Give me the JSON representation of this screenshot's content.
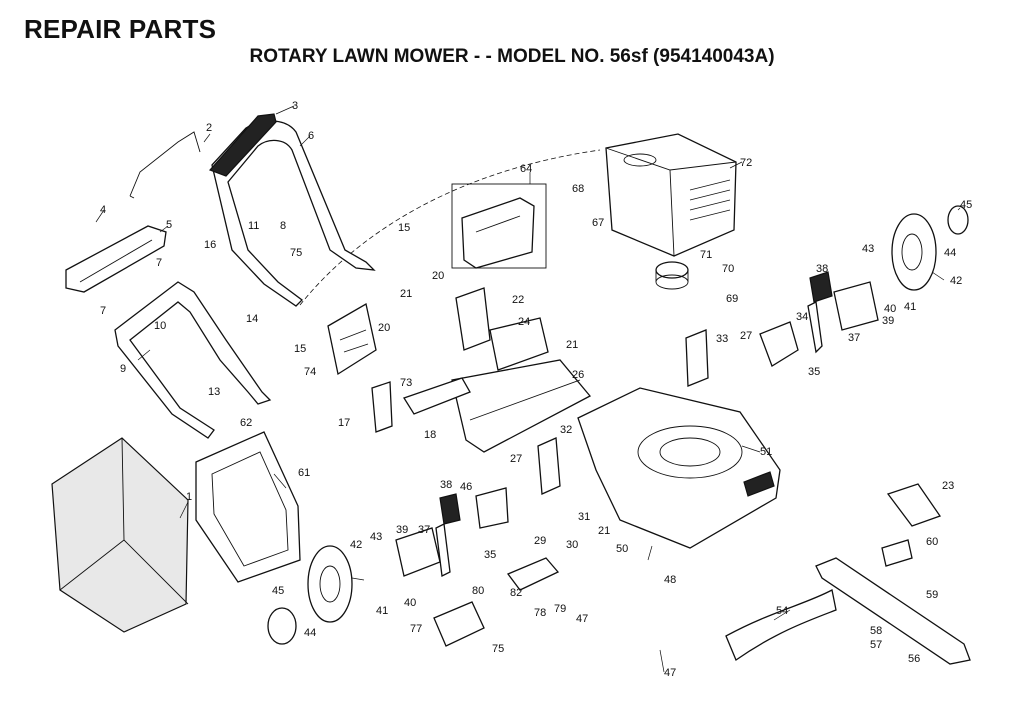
{
  "header": {
    "title": "REPAIR PARTS",
    "subtitle": "ROTARY LAWN MOWER - - MODEL NO. 56sf (954140043A)"
  },
  "callouts": [
    {
      "id": "1",
      "label": "1"
    },
    {
      "id": "2",
      "label": "2"
    },
    {
      "id": "3",
      "label": "3"
    },
    {
      "id": "4",
      "label": "4"
    },
    {
      "id": "5",
      "label": "5"
    },
    {
      "id": "6",
      "label": "6"
    },
    {
      "id": "7a",
      "label": "7"
    },
    {
      "id": "7b",
      "label": "7"
    },
    {
      "id": "8",
      "label": "8"
    },
    {
      "id": "9",
      "label": "9"
    },
    {
      "id": "10",
      "label": "10"
    },
    {
      "id": "11",
      "label": "11"
    },
    {
      "id": "13",
      "label": "13"
    },
    {
      "id": "14",
      "label": "14"
    },
    {
      "id": "15a",
      "label": "15"
    },
    {
      "id": "15b",
      "label": "15"
    },
    {
      "id": "16",
      "label": "16"
    },
    {
      "id": "17",
      "label": "17"
    },
    {
      "id": "18",
      "label": "18"
    },
    {
      "id": "20a",
      "label": "20"
    },
    {
      "id": "20b",
      "label": "20"
    },
    {
      "id": "21a",
      "label": "21"
    },
    {
      "id": "21b",
      "label": "21"
    },
    {
      "id": "21c",
      "label": "21"
    },
    {
      "id": "22",
      "label": "22"
    },
    {
      "id": "23",
      "label": "23"
    },
    {
      "id": "24",
      "label": "24"
    },
    {
      "id": "26",
      "label": "26"
    },
    {
      "id": "27a",
      "label": "27"
    },
    {
      "id": "27b",
      "label": "27"
    },
    {
      "id": "29",
      "label": "29"
    },
    {
      "id": "30",
      "label": "30"
    },
    {
      "id": "31",
      "label": "31"
    },
    {
      "id": "32",
      "label": "32"
    },
    {
      "id": "33",
      "label": "33"
    },
    {
      "id": "34",
      "label": "34"
    },
    {
      "id": "35a",
      "label": "35"
    },
    {
      "id": "35b",
      "label": "35"
    },
    {
      "id": "37a",
      "label": "37"
    },
    {
      "id": "37b",
      "label": "37"
    },
    {
      "id": "38a",
      "label": "38"
    },
    {
      "id": "38b",
      "label": "38"
    },
    {
      "id": "39a",
      "label": "39"
    },
    {
      "id": "39b",
      "label": "39"
    },
    {
      "id": "40a",
      "label": "40"
    },
    {
      "id": "40b",
      "label": "40"
    },
    {
      "id": "41a",
      "label": "41"
    },
    {
      "id": "41b",
      "label": "41"
    },
    {
      "id": "42a",
      "label": "42"
    },
    {
      "id": "42b",
      "label": "42"
    },
    {
      "id": "43a",
      "label": "43"
    },
    {
      "id": "43b",
      "label": "43"
    },
    {
      "id": "44a",
      "label": "44"
    },
    {
      "id": "44b",
      "label": "44"
    },
    {
      "id": "45a",
      "label": "45"
    },
    {
      "id": "45b",
      "label": "45"
    },
    {
      "id": "46",
      "label": "46"
    },
    {
      "id": "47a",
      "label": "47"
    },
    {
      "id": "47b",
      "label": "47"
    },
    {
      "id": "48",
      "label": "48"
    },
    {
      "id": "50",
      "label": "50"
    },
    {
      "id": "51",
      "label": "51"
    },
    {
      "id": "54",
      "label": "54"
    },
    {
      "id": "56",
      "label": "56"
    },
    {
      "id": "57",
      "label": "57"
    },
    {
      "id": "58",
      "label": "58"
    },
    {
      "id": "59",
      "label": "59"
    },
    {
      "id": "60",
      "label": "60"
    },
    {
      "id": "61",
      "label": "61"
    },
    {
      "id": "62",
      "label": "62"
    },
    {
      "id": "64",
      "label": "64"
    },
    {
      "id": "67",
      "label": "67"
    },
    {
      "id": "68",
      "label": "68"
    },
    {
      "id": "69",
      "label": "69"
    },
    {
      "id": "70",
      "label": "70"
    },
    {
      "id": "71",
      "label": "71"
    },
    {
      "id": "72",
      "label": "72"
    },
    {
      "id": "73",
      "label": "73"
    },
    {
      "id": "74",
      "label": "74"
    },
    {
      "id": "75a",
      "label": "75"
    },
    {
      "id": "75b",
      "label": "75"
    },
    {
      "id": "77",
      "label": "77"
    },
    {
      "id": "78",
      "label": "78"
    },
    {
      "id": "79",
      "label": "79"
    },
    {
      "id": "80",
      "label": "80"
    },
    {
      "id": "82",
      "label": "82"
    }
  ]
}
